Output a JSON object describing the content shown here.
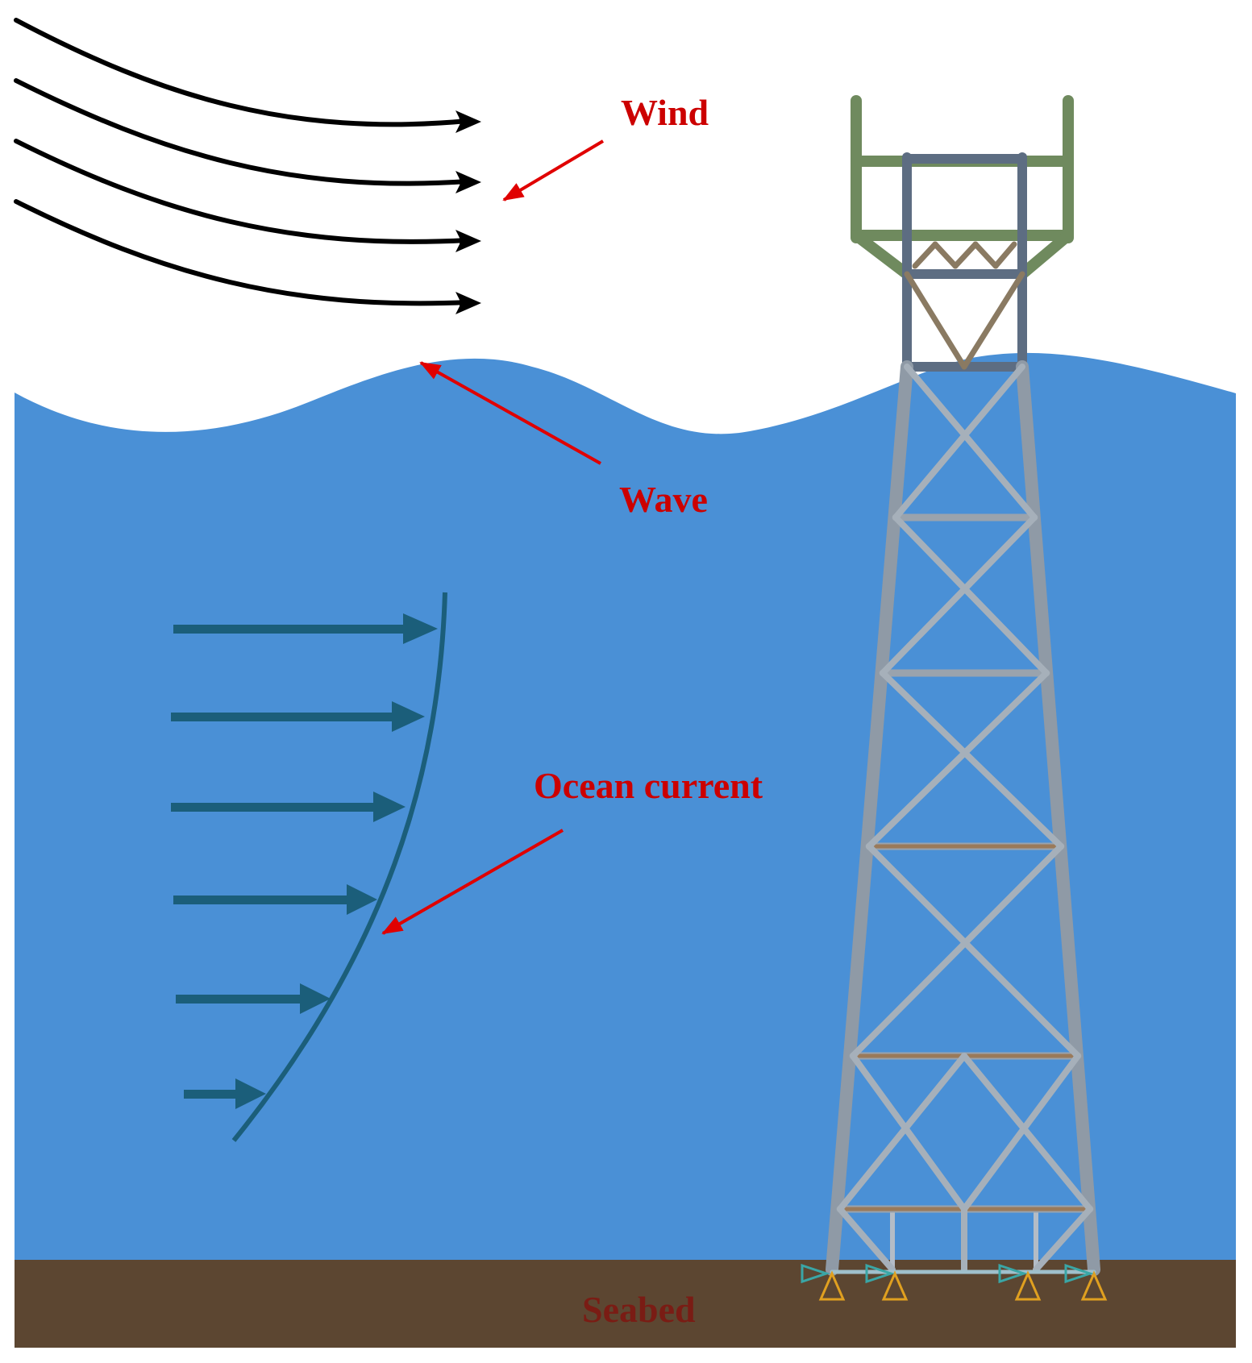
{
  "labels": {
    "wind": "Wind",
    "wave": "Wave",
    "ocean_current": "Ocean current",
    "seabed": "Seabed"
  },
  "colors": {
    "water": "#4a90d6",
    "seabed": "#5c4631",
    "label_red": "#cc0000",
    "seabed_label": "#7a1c14",
    "wind_arrows": "#000000",
    "current_arrows": "#1b5e7a",
    "tower_steel": "#8a98a8",
    "tower_top": "#6f8a5e",
    "support_markers": "#e0a020"
  },
  "icons": {
    "wind": "curved-arrow-icon",
    "current": "straight-arrow-icon",
    "support": "fixed-support-icon"
  }
}
